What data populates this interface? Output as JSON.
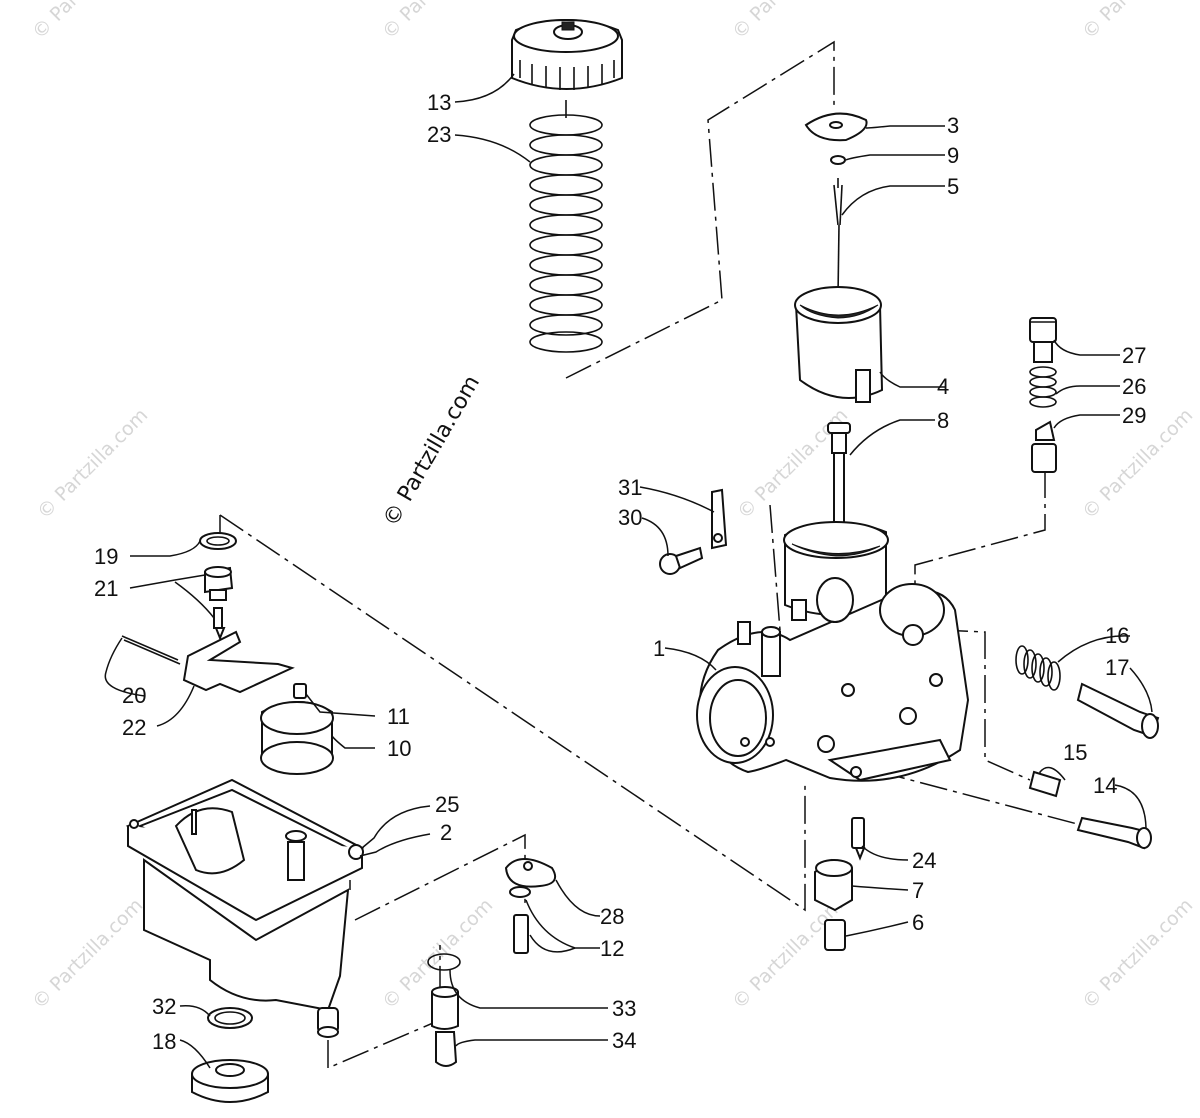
{
  "watermark_main": "© Partzilla.com",
  "watermark_small": "© Partzilla.com",
  "callouts": [
    "1",
    "2",
    "3",
    "4",
    "5",
    "6",
    "7",
    "8",
    "9",
    "10",
    "11",
    "12",
    "13",
    "14",
    "15",
    "16",
    "17",
    "18",
    "19",
    "20",
    "21",
    "22",
    "23",
    "24",
    "25",
    "26",
    "27",
    "28",
    "29",
    "30",
    "31",
    "32",
    "33",
    "34"
  ],
  "colors": {
    "line": "#111111",
    "background": "#ffffff",
    "watermark": "#d6d6d6"
  }
}
